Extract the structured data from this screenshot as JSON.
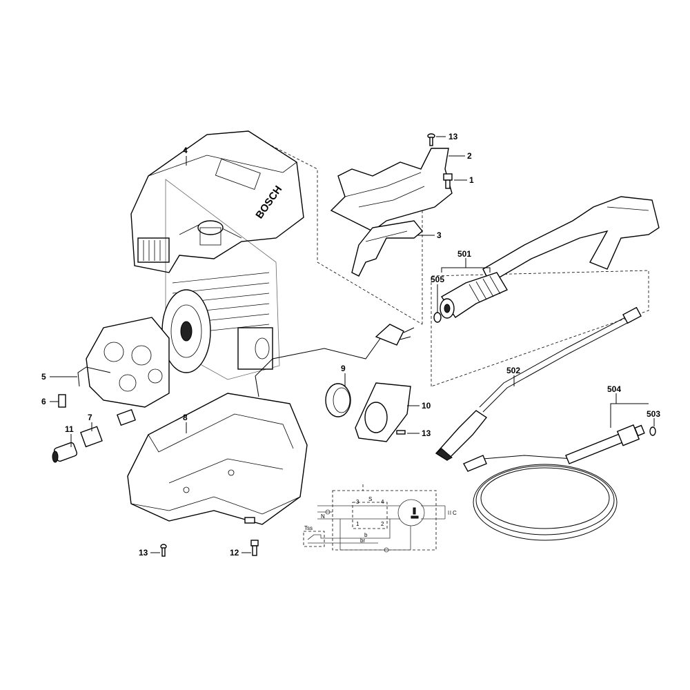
{
  "brand": "BOSCH",
  "callouts": {
    "p1": "1",
    "p2": "2",
    "p3": "3",
    "p4": "4",
    "p5": "5",
    "p6": "6",
    "p7": "7",
    "p8": "8",
    "p9": "9",
    "p10": "10",
    "p11": "11",
    "p12": "12",
    "p13a": "13",
    "p13b": "13",
    "p13c": "13",
    "p501": "501",
    "p502": "502",
    "p503": "503",
    "p504": "504",
    "p505": "505"
  },
  "wiring": {
    "switch": "S",
    "thermal": "Tss",
    "cap": "C",
    "t1": "3",
    "t2": "4",
    "t3": "1",
    "t4": "2",
    "line": "N",
    "bl": "b",
    "br": "br"
  }
}
